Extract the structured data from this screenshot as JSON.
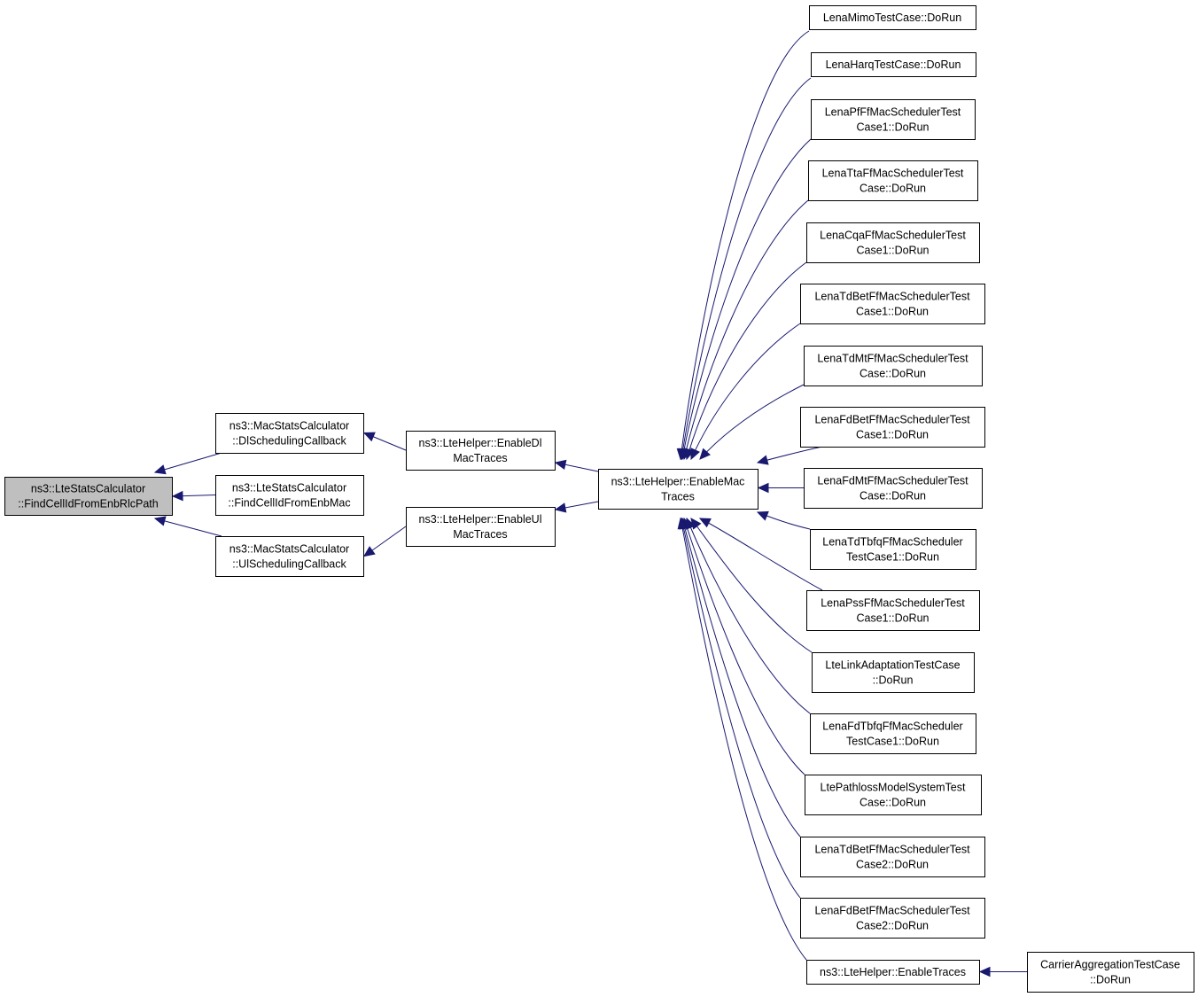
{
  "graph": {
    "nodes": [
      {
        "id": "root",
        "lines": [
          "ns3::LteStatsCalculator",
          "::FindCellIdFromEnbRlcPath"
        ]
      },
      {
        "id": "dlsched",
        "lines": [
          "ns3::MacStatsCalculator",
          "::DlSchedulingCallback"
        ]
      },
      {
        "id": "findenbmac",
        "lines": [
          "ns3::LteStatsCalculator",
          "::FindCellIdFromEnbMac"
        ]
      },
      {
        "id": "ulsched",
        "lines": [
          "ns3::MacStatsCalculator",
          "::UlSchedulingCallback"
        ]
      },
      {
        "id": "enabledl",
        "lines": [
          "ns3::LteHelper::EnableDl",
          "MacTraces"
        ]
      },
      {
        "id": "enableul",
        "lines": [
          "ns3::LteHelper::EnableUl",
          "MacTraces"
        ]
      },
      {
        "id": "enablemac",
        "lines": [
          "ns3::LteHelper::EnableMac",
          "Traces"
        ]
      },
      {
        "id": "mimo",
        "lines": [
          "LenaMimoTestCase::DoRun"
        ]
      },
      {
        "id": "harq",
        "lines": [
          "LenaHarqTestCase::DoRun"
        ]
      },
      {
        "id": "pfff",
        "lines": [
          "LenaPfFfMacSchedulerTest",
          "Case1::DoRun"
        ]
      },
      {
        "id": "ttaff",
        "lines": [
          "LenaTtaFfMacSchedulerTest",
          "Case::DoRun"
        ]
      },
      {
        "id": "cqaff",
        "lines": [
          "LenaCqaFfMacSchedulerTest",
          "Case1::DoRun"
        ]
      },
      {
        "id": "tdbet1",
        "lines": [
          "LenaTdBetFfMacSchedulerTest",
          "Case1::DoRun"
        ]
      },
      {
        "id": "tdmt",
        "lines": [
          "LenaTdMtFfMacSchedulerTest",
          "Case::DoRun"
        ]
      },
      {
        "id": "fdbet1",
        "lines": [
          "LenaFdBetFfMacSchedulerTest",
          "Case1::DoRun"
        ]
      },
      {
        "id": "fdmt",
        "lines": [
          "LenaFdMtFfMacSchedulerTest",
          "Case::DoRun"
        ]
      },
      {
        "id": "tdtbfq",
        "lines": [
          "LenaTdTbfqFfMacScheduler",
          "TestCase1::DoRun"
        ]
      },
      {
        "id": "pss",
        "lines": [
          "LenaPssFfMacSchedulerTest",
          "Case1::DoRun"
        ]
      },
      {
        "id": "linkadapt",
        "lines": [
          "LteLinkAdaptationTestCase",
          "::DoRun"
        ]
      },
      {
        "id": "fdtbfq",
        "lines": [
          "LenaFdTbfqFfMacScheduler",
          "TestCase1::DoRun"
        ]
      },
      {
        "id": "pathloss",
        "lines": [
          "LtePathlossModelSystemTest",
          "Case::DoRun"
        ]
      },
      {
        "id": "tdbet2",
        "lines": [
          "LenaTdBetFfMacSchedulerTest",
          "Case2::DoRun"
        ]
      },
      {
        "id": "fdbet2",
        "lines": [
          "LenaFdBetFfMacSchedulerTest",
          "Case2::DoRun"
        ]
      },
      {
        "id": "enabletraces",
        "lines": [
          "ns3::LteHelper::EnableTraces"
        ]
      },
      {
        "id": "carrieragg",
        "lines": [
          "CarrierAggregationTestCase",
          "::DoRun"
        ]
      }
    ],
    "edges": [
      {
        "from": "dlsched",
        "to": "root"
      },
      {
        "from": "findenbmac",
        "to": "root"
      },
      {
        "from": "ulsched",
        "to": "root"
      },
      {
        "from": "enabledl",
        "to": "dlsched"
      },
      {
        "from": "enableul",
        "to": "ulsched"
      },
      {
        "from": "enablemac",
        "to": "enabledl"
      },
      {
        "from": "enablemac",
        "to": "enableul"
      },
      {
        "from": "mimo",
        "to": "enablemac"
      },
      {
        "from": "harq",
        "to": "enablemac"
      },
      {
        "from": "pfff",
        "to": "enablemac"
      },
      {
        "from": "ttaff",
        "to": "enablemac"
      },
      {
        "from": "cqaff",
        "to": "enablemac"
      },
      {
        "from": "tdbet1",
        "to": "enablemac"
      },
      {
        "from": "tdmt",
        "to": "enablemac"
      },
      {
        "from": "fdbet1",
        "to": "enablemac"
      },
      {
        "from": "fdmt",
        "to": "enablemac"
      },
      {
        "from": "tdtbfq",
        "to": "enablemac"
      },
      {
        "from": "pss",
        "to": "enablemac"
      },
      {
        "from": "linkadapt",
        "to": "enablemac"
      },
      {
        "from": "fdtbfq",
        "to": "enablemac"
      },
      {
        "from": "pathloss",
        "to": "enablemac"
      },
      {
        "from": "tdbet2",
        "to": "enablemac"
      },
      {
        "from": "fdbet2",
        "to": "enablemac"
      },
      {
        "from": "enabletraces",
        "to": "enablemac"
      },
      {
        "from": "carrieragg",
        "to": "enabletraces"
      }
    ]
  },
  "colors": {
    "edge": "#191970",
    "root_fill": "#bfbfbf",
    "node_fill": "#ffffff",
    "node_stroke": "#000000"
  }
}
